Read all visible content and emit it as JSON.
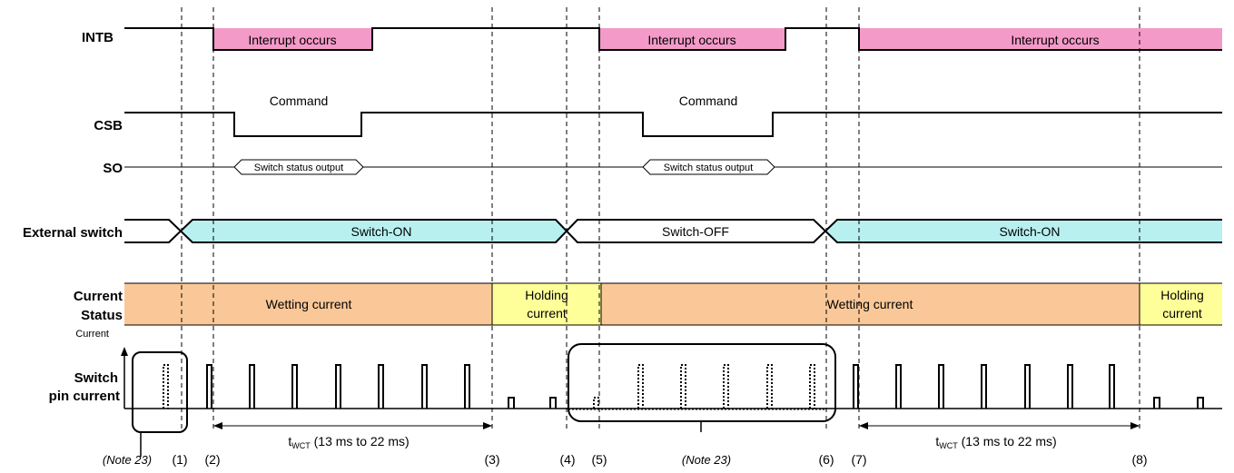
{
  "signals": {
    "intb": "INTB",
    "csb": "CSB",
    "so": "SO",
    "external_switch": "External switch",
    "current_status_line1": "Current",
    "current_status_line2": "Status",
    "switch_pin_line1": "Switch",
    "switch_pin_line2": "pin current",
    "current_axis": "Current"
  },
  "intb_segments": [
    "Interrupt occurs",
    "Interrupt occurs",
    "Interrupt occurs"
  ],
  "csb_command": [
    "Command",
    "Command"
  ],
  "so_output": [
    "Switch status output",
    "Switch status output"
  ],
  "external_switch_states": [
    "Switch-ON",
    "Switch-OFF",
    "Switch-ON"
  ],
  "current_status": {
    "wetting": [
      "Wetting current",
      "Wetting current"
    ],
    "holding_line1": [
      "Holding",
      "Holding"
    ],
    "holding_line2": [
      "current",
      "current"
    ]
  },
  "twct": {
    "prefix": "t",
    "subscript": "WCT",
    "suffix": " (13 ms to 22 ms)"
  },
  "markers": [
    "(1)",
    "(2)",
    "(3)",
    "(4)",
    "(5)",
    "(6)",
    "(7)",
    "(8)"
  ],
  "notes": [
    "(Note 23)",
    "(Note 23)"
  ],
  "colors": {
    "interrupt": "#f49ac9",
    "switch_on": "#b8f0f0",
    "wetting": "#fac898",
    "holding": "#ffff99"
  }
}
